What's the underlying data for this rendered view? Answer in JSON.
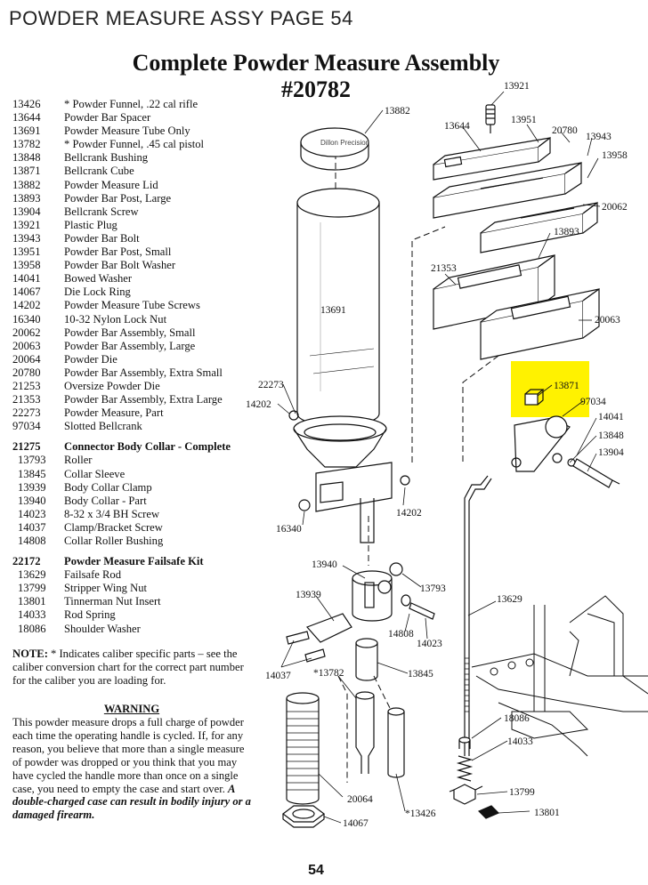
{
  "header": "POWDER MEASURE ASSY PAGE 54",
  "title_line1": "Complete Powder Measure Assembly",
  "title_line2": "#20782",
  "parts": [
    {
      "num": "13426",
      "desc": "* Powder Funnel, .22 cal rifle"
    },
    {
      "num": "13644",
      "desc": "Powder Bar Spacer"
    },
    {
      "num": "13691",
      "desc": "Powder Measure Tube Only"
    },
    {
      "num": "13782",
      "desc": "* Powder Funnel, .45 cal pistol"
    },
    {
      "num": "13848",
      "desc": "Bellcrank Bushing"
    },
    {
      "num": "13871",
      "desc": "Bellcrank Cube"
    },
    {
      "num": "13882",
      "desc": "Powder Measure Lid"
    },
    {
      "num": "13893",
      "desc": "Powder Bar Post, Large"
    },
    {
      "num": "13904",
      "desc": "Bellcrank Screw"
    },
    {
      "num": "13921",
      "desc": "Plastic Plug"
    },
    {
      "num": "13943",
      "desc": "Powder Bar Bolt"
    },
    {
      "num": "13951",
      "desc": "Powder Bar Post, Small"
    },
    {
      "num": "13958",
      "desc": "Powder Bar Bolt Washer"
    },
    {
      "num": "14041",
      "desc": "Bowed Washer"
    },
    {
      "num": "14067",
      "desc": "Die Lock Ring"
    },
    {
      "num": "14202",
      "desc": "Powder Measure Tube Screws"
    },
    {
      "num": "16340",
      "desc": "10-32 Nylon Lock Nut"
    },
    {
      "num": "20062",
      "desc": "Powder Bar Assembly, Small"
    },
    {
      "num": "20063",
      "desc": "Powder Bar Assembly, Large"
    },
    {
      "num": "20064",
      "desc": "Powder Die"
    },
    {
      "num": "20780",
      "desc": "Powder Bar Assembly, Extra Small"
    },
    {
      "num": "21253",
      "desc": "Oversize Powder Die"
    },
    {
      "num": "21353",
      "desc": "Powder Bar Assembly, Extra Large"
    },
    {
      "num": "22273",
      "desc": "Powder Measure, Part"
    },
    {
      "num": "97034",
      "desc": "Slotted Bellcrank"
    }
  ],
  "collar_group": {
    "num": "21275",
    "desc": "Connector Body Collar - Complete"
  },
  "collar_parts": [
    {
      "num": "13793",
      "desc": "Roller"
    },
    {
      "num": "13845",
      "desc": "Collar Sleeve"
    },
    {
      "num": "13939",
      "desc": "Body Collar Clamp"
    },
    {
      "num": "13940",
      "desc": "Body Collar - Part"
    },
    {
      "num": "14023",
      "desc": "8-32 x 3/4 BH Screw"
    },
    {
      "num": "14037",
      "desc": "Clamp/Bracket Screw"
    },
    {
      "num": "14808",
      "desc": "Collar Roller Bushing"
    }
  ],
  "failsafe_group": {
    "num": "22172",
    "desc": "Powder Measure Failsafe Kit"
  },
  "failsafe_parts": [
    {
      "num": "13629",
      "desc": "Failsafe Rod"
    },
    {
      "num": "13799",
      "desc": "Stripper Wing Nut"
    },
    {
      "num": "13801",
      "desc": "Tinnerman Nut Insert"
    },
    {
      "num": "14033",
      "desc": "Rod Spring"
    },
    {
      "num": "18086",
      "desc": "Shoulder Washer"
    }
  ],
  "note_label": "NOTE:",
  "note_text": " * Indicates caliber specific parts – see the caliber conversion chart for the correct part number for the caliber you are loading for.",
  "warning_title": "WARNING",
  "warning_text": "This powder measure drops a full charge of powder each time the operating handle is cycled. If, for any reason, you believe that more than a single measure of powder was dropped or you think that you may have cycled the handle more than once on a single case, you need to empty the case and start over.",
  "warning_bold": "A double-charged case can result in bodily injury or a damaged firearm.",
  "page_number": "54",
  "lid_logo": "Dillon Precision",
  "highlight_color": "#fff200",
  "diagram_labels": {
    "l13921": "13921",
    "l13882": "13882",
    "l13644": "13644",
    "l13951": "13951",
    "l20780": "20780",
    "l13943": "13943",
    "l13958": "13958",
    "l20062": "20062",
    "l13893": "13893",
    "l21353": "21353",
    "l13691": "13691",
    "l20063": "20063",
    "l13871": "13871",
    "l97034": "97034",
    "l14041": "14041",
    "l13848": "13848",
    "l13904": "13904",
    "l22273": "22273",
    "l14202a": "14202",
    "l14202b": "14202",
    "l16340": "16340",
    "l13940": "13940",
    "l13793": "13793",
    "l13939": "13939",
    "l13629": "13629",
    "l14808": "14808",
    "l14023": "14023",
    "l14037": "14037",
    "l13782": "*13782",
    "l13845": "13845",
    "l18086": "18086",
    "l14033": "14033",
    "l13799": "13799",
    "l20064": "20064",
    "l13426": "*13426",
    "l13801": "13801",
    "l14067": "14067"
  }
}
